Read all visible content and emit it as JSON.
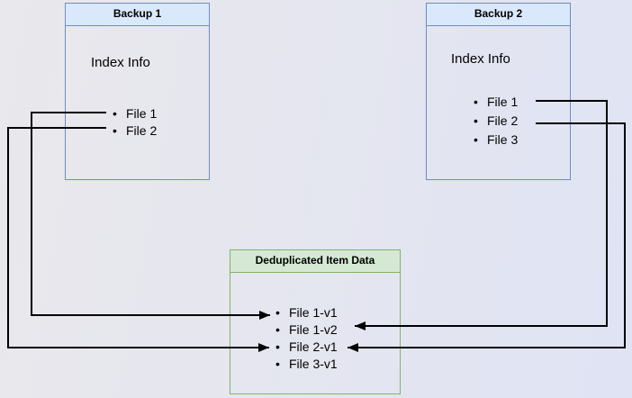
{
  "canvas": {
    "background_left": "#e9e8ec",
    "background_right": "#dfe3f4",
    "connector_color": "#000000"
  },
  "nodes": {
    "backup1": {
      "title": "Backup 1",
      "subtitle": "Index Info",
      "files": [
        "File 1",
        "File 2"
      ],
      "header_fill": "#dae8fc",
      "border_color": "#6c8ebf"
    },
    "backup2": {
      "title": "Backup 2",
      "subtitle": "Index Info",
      "files": [
        "File 1",
        "File 2",
        "File 3"
      ],
      "header_fill": "#dae8fc",
      "border_color": "#6c8ebf"
    },
    "dedup": {
      "title": "Deduplicated Item Data",
      "items": [
        "File 1-v1",
        "File 1-v2",
        "File 2-v1",
        "File 3-v1"
      ],
      "header_fill": "#d5e8d4",
      "border_color": "#82b366"
    }
  },
  "edges": [
    {
      "from": "Backup 1 / File 1",
      "to": "Deduplicated Item Data / File 1-v1"
    },
    {
      "from": "Backup 1 / File 2",
      "to": "Deduplicated Item Data / File 2-v1"
    },
    {
      "from": "Backup 2 / File 1",
      "to": "Deduplicated Item Data / File 1-v2"
    },
    {
      "from": "Backup 2 / File 2",
      "to": "Deduplicated Item Data / File 2-v1"
    }
  ]
}
